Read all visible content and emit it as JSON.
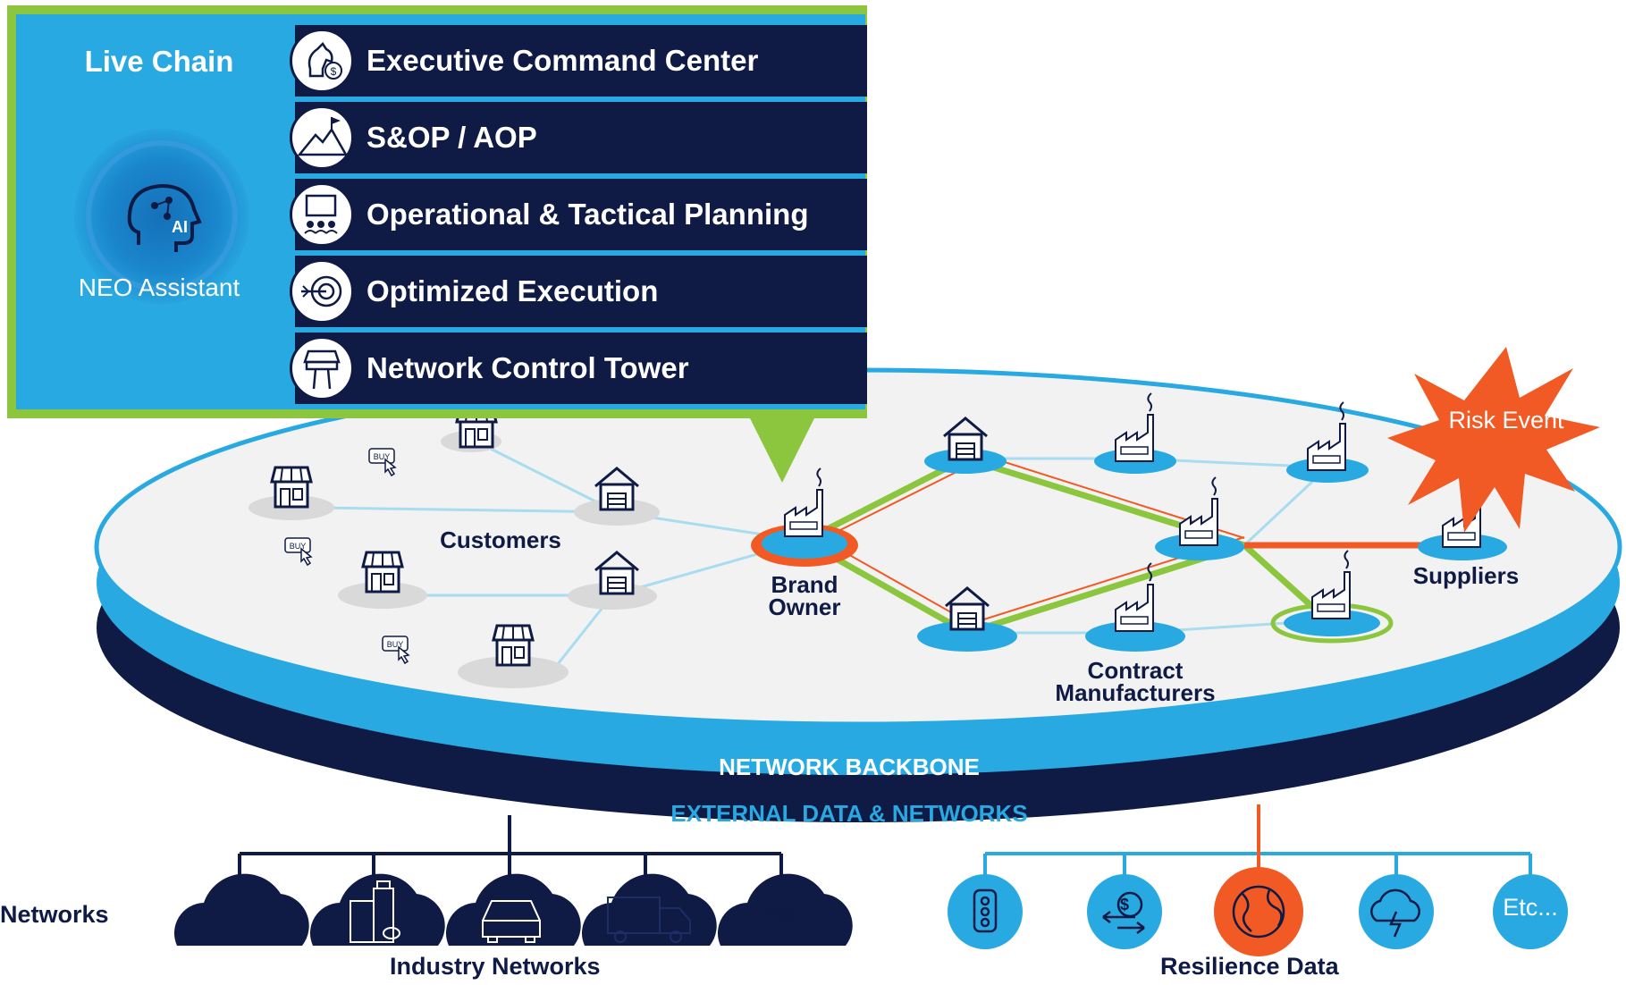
{
  "live_chain": {
    "title": "Live Chain",
    "assistant_label": "NEO Assistant",
    "ai_badge": "AI",
    "layers": [
      {
        "label": "Executive Command Center",
        "icon": "chess-knight-dollar-icon"
      },
      {
        "label": "S&OP / AOP",
        "icon": "mountain-flag-icon"
      },
      {
        "label": "Operational & Tactical Planning",
        "icon": "strategy-board-team-icon"
      },
      {
        "label": "Optimized Execution",
        "icon": "target-arrow-icon"
      },
      {
        "label": "Network Control Tower",
        "icon": "control-tower-icon"
      }
    ]
  },
  "network": {
    "customers_label": "Customers",
    "brand_owner_label": "Brand Owner",
    "contract_manufacturers_label": "Contract Manufacturers",
    "suppliers_label": "Suppliers",
    "risk_event_label": "Risk Event",
    "buy_tag": "BUY"
  },
  "bands": {
    "backbone": "NETWORK BACKBONE",
    "external": "EXTERNAL DATA & NETWORKS"
  },
  "industry_networks": {
    "left_label": "Networks",
    "title": "Industry Networks",
    "etc_label": "Etc...",
    "clouds": [
      "cloud-icon",
      "pharma-bottles-icon",
      "car-icon",
      "truck-icon"
    ]
  },
  "resilience_data": {
    "title": "Resilience Data",
    "etc_label": "Etc...",
    "items": [
      "traffic-light-icon",
      "currency-exchange-icon",
      "globe-earth-icon",
      "storm-cloud-icon"
    ]
  },
  "colors": {
    "navy": "#0f1a45",
    "blue": "#29a9e1",
    "green": "#8cc63f",
    "orange": "#f15a24",
    "light_line": "#a8dcef"
  }
}
